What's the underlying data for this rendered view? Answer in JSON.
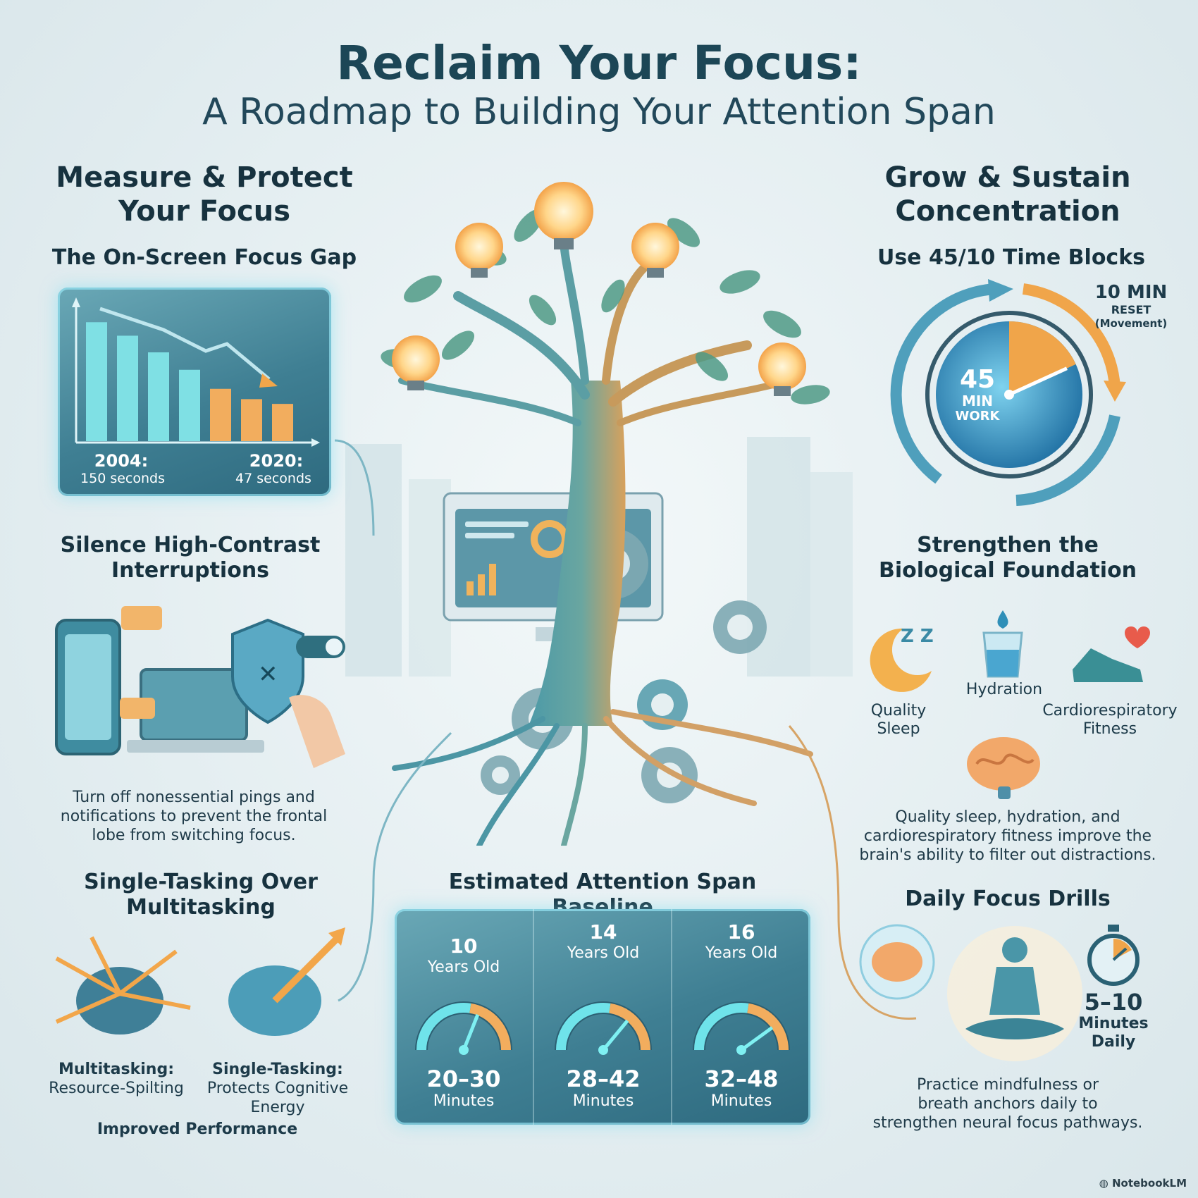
{
  "header": {
    "title": "Reclaim Your Focus:",
    "subtitle": "A Roadmap to Building Your Attention Span"
  },
  "left": {
    "section_title_1": "Measure & Protect",
    "section_title_2": "Your Focus",
    "focus_gap": {
      "title": "The On-Screen Focus Gap",
      "start_year": "2004:",
      "start_value": "150 seconds",
      "end_year": "2020:",
      "end_value": "47 seconds"
    },
    "interruptions": {
      "title_1": "Silence High-Contrast",
      "title_2": "Interruptions",
      "body_1": "Turn off nonessential pings and",
      "body_2": "notifications to prevent the frontal",
      "body_3": "lobe from switching focus."
    },
    "single_tasking": {
      "title_1": "Single-Tasking Over",
      "title_2": "Multitasking",
      "multi_label_1": "Multitasking:",
      "multi_label_2": "Resource-Spilting",
      "single_label_1": "Single-Tasking:",
      "single_label_2": "Protects Cognitive",
      "single_label_3": "Energy",
      "footer": "Improved Performance"
    }
  },
  "right": {
    "section_title_1": "Grow & Sustain",
    "section_title_2": "Concentration",
    "time_blocks": {
      "title": "Use 45/10 Time Blocks",
      "work_value": "45",
      "work_unit": "MIN",
      "work_label": "WORK",
      "reset_value": "10 MIN",
      "reset_label": "RESET",
      "reset_note": "(Movement)",
      "work_fraction": 0.818
    },
    "biological": {
      "title_1": "Strengthen the",
      "title_2": "Biological Foundation",
      "sleep_1": "Quality",
      "sleep_2": "Sleep",
      "zz": "Z Z",
      "hydration": "Hydration",
      "fitness_1": "Cardiorespiratory",
      "fitness_2": "Fitness",
      "body_1": "Quality sleep, hydration, and",
      "body_2": "cardiorespiratory fitness improve the",
      "body_3": "brain's ability to filter out distractions."
    },
    "drills": {
      "title": "Daily Focus Drills",
      "duration": "5–10",
      "unit_1": "Minutes",
      "unit_2": "Daily",
      "body_1": "Practice mindfulness or",
      "body_2": "breath anchors daily to",
      "body_3": "strengthen neural focus pathways."
    }
  },
  "center": {
    "baseline_title": "Estimated Attention Span Baseline",
    "ages": [
      {
        "age": "10",
        "age_label": "Years Old",
        "range": "20–30",
        "unit": "Minutes",
        "gauge_level": 0.62
      },
      {
        "age": "14",
        "age_label": "Years Old",
        "range": "28–42",
        "unit": "Minutes",
        "gauge_level": 0.72
      },
      {
        "age": "16",
        "age_label": "Years Old",
        "range": "32–48",
        "unit": "Minutes",
        "gauge_level": 0.8
      }
    ]
  },
  "brand": "NotebookLM",
  "colors": {
    "teal": "#2f7f93",
    "accent_orange": "#f0a54a",
    "bulb": "#ffd68a",
    "dark_text": "#17323f"
  },
  "chart_data": {
    "type": "bar",
    "title": "The On-Screen Focus Gap",
    "categories": [
      "",
      "",
      "",
      "",
      "",
      "",
      ""
    ],
    "values": [
      150,
      133,
      112,
      90,
      66,
      53,
      47
    ],
    "ylim": [
      0,
      160
    ]
  }
}
